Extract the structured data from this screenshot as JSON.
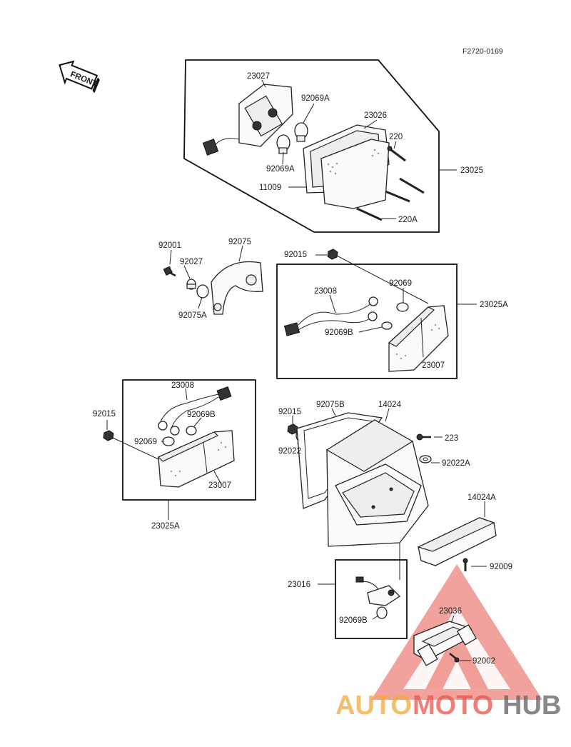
{
  "drawing_ref": "F2720-0169",
  "front_label": "FRONT",
  "callouts": {
    "c23027": "23027",
    "c92069A_top": "92069A",
    "c23026": "23026",
    "c220": "220",
    "c92069A_mid": "92069A",
    "c11009": "11009",
    "c23025": "23025",
    "c220A": "220A",
    "c92001": "92001",
    "c92075": "92075",
    "c92027": "92027",
    "c92075A": "92075A",
    "c92015_right": "92015",
    "c92069_right": "92069",
    "c23008_right": "23008",
    "c23025A_right": "23025A",
    "c92069B_right": "92069B",
    "c23007_right": "23007",
    "c23008_left": "23008",
    "c92015_left": "92015",
    "c92069B_left": "92069B",
    "c92069_left": "92069",
    "c23007_left": "23007",
    "c23025A_left": "23025A",
    "c92015_center": "92015",
    "c92075B": "92075B",
    "c14024": "14024",
    "c223": "223",
    "c92022": "92022",
    "c92022A": "92022A",
    "c14024A": "14024A",
    "c92009": "92009",
    "c23016": "23016",
    "c92069B_bottom": "92069B",
    "c23036": "23036",
    "c92002": "92002"
  },
  "watermark": {
    "part1": "AUTO",
    "part2": "MOTO",
    "part3": "HUB",
    "color_orange": "#f2a93b",
    "color_red": "#e8554a",
    "color_gray": "#6b6b6b"
  }
}
